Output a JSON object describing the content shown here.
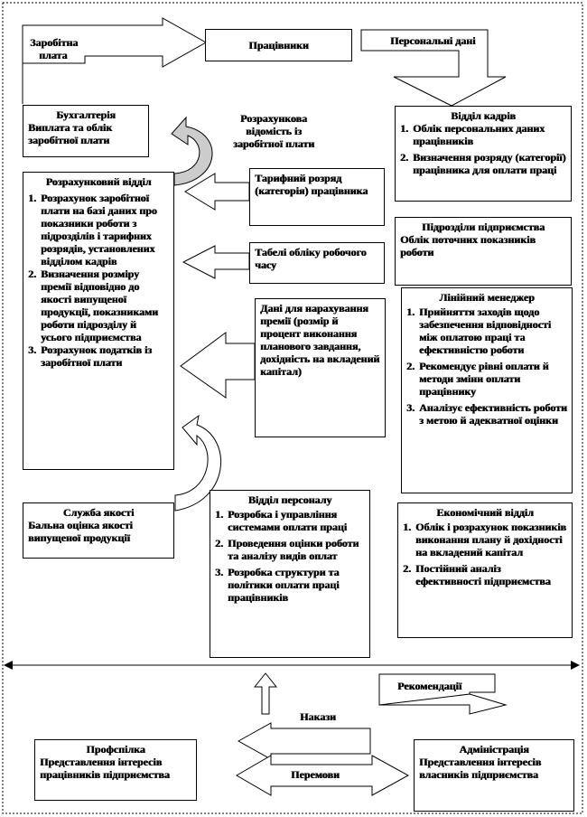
{
  "salary": {
    "line1": "Заробітна",
    "line2": "плата"
  },
  "workers": {
    "title": "Працівники"
  },
  "personal_data": {
    "title": "Персональні дані"
  },
  "accounting": {
    "title": "Бухгалтерія",
    "body": "Виплата та облік заробітної плати"
  },
  "payroll_sheet": {
    "line1": "Розрахункова",
    "line2": "відомість  із",
    "line3": "заробітної плати"
  },
  "hr_dept": {
    "title": "Відділ кадрів",
    "items": [
      {
        "n": "1.",
        "t": "Облік персональних даних працівників"
      },
      {
        "n": "2.",
        "t": "Визначення розряду (категорії) працівника для оплати праці"
      }
    ]
  },
  "calc_dept": {
    "title": "Розрахунковий відділ",
    "items": [
      {
        "n": "1.",
        "t": "Розрахунок заробітної плати на базі даних про показники роботи з підрозділів  і тарифних розрядів, установлених відділом кадрів"
      },
      {
        "n": "2.",
        "t": "Визначення розміру премії відповідно  до якості випущеної продукції, показниками роботи підрозділу  й усього підприємства"
      },
      {
        "n": "3.",
        "t": "Розрахунок податків із заробітної плати"
      }
    ]
  },
  "tariff": {
    "text": "Тарифний розряд (категорія) працівника"
  },
  "timesheet": {
    "text": "Табелі  обліку робочого часу"
  },
  "bonus_data": {
    "text": "Дані для нарахування премії (розмір й процент виконання планового завдання, дохідність  на вкладений капітал)"
  },
  "divisions": {
    "title": "Підрозділи підприємства",
    "body": "Облік поточних показників  роботи"
  },
  "line_manager": {
    "title": "Лінійний  менеджер",
    "items": [
      {
        "n": "1.",
        "t": "Прийняття заходів щодо забезпечення відповідності між оплатою праці та ефективністю  роботи"
      },
      {
        "n": "2.",
        "t": "Рекомендує  рівні оплати й методи зміни оплати працівнику"
      },
      {
        "n": "3.",
        "t": "Аналізує  ефективність роботи з метою й адекватної оцінки"
      }
    ]
  },
  "quality": {
    "title": "Служба якості",
    "body": "Бальна оцінка якості випущеної продукції"
  },
  "personnel": {
    "title": "Відділ  персоналу",
    "items": [
      {
        "n": "1.",
        "t": "Розробка і управління системами оплати праці"
      },
      {
        "n": "2.",
        "t": "Проведення оцінки роботи та аналізу видів оплат"
      },
      {
        "n": "3.",
        "t": "Розробка структури  та політики оплати праці працівників"
      }
    ]
  },
  "economic": {
    "title": "Економічний  відділ",
    "items": [
      {
        "n": "1.",
        "t": "Облік і розрахунок показників  виконання плану й дохідності на вкладений капітал"
      },
      {
        "n": "2.",
        "t": "Постійний  аналіз ефективності підприємства"
      }
    ]
  },
  "recommendations": {
    "text": "Рекомендації"
  },
  "orders": {
    "text": "Накази"
  },
  "negotiations": {
    "text": "Перемови"
  },
  "union": {
    "title": "Профспілка",
    "body": "Представлення інтересів працівників  підприємства"
  },
  "administration": {
    "title": "Адміністрація",
    "body": "Представлення інтересів власників підприємства"
  }
}
